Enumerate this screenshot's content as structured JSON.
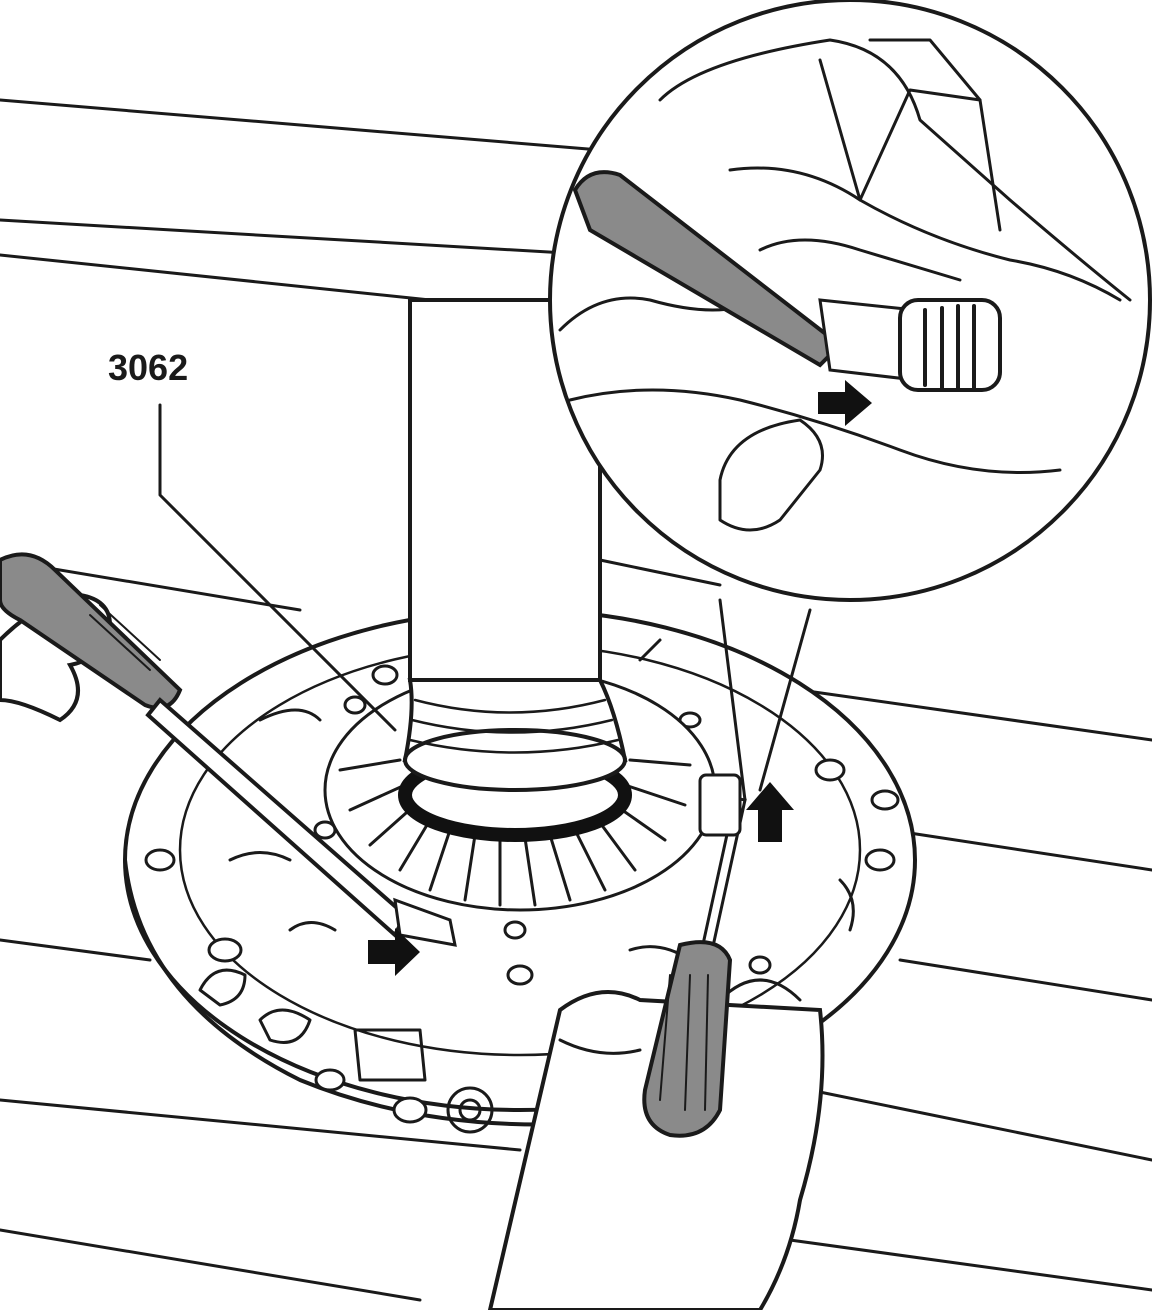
{
  "diagram": {
    "callout_label": "3062",
    "colors": {
      "ink": "#1a1a1a",
      "paper": "#ffffff",
      "tool_gray": "#8a8a8a",
      "marker_black": "#111111"
    },
    "parts": [
      "bench-surface",
      "clutch-pressure-plate",
      "diaphragm-spring",
      "centering-mandrel",
      "left-screwdriver",
      "right-screwdriver",
      "left-hand",
      "right-hand",
      "detail-magnifier"
    ],
    "arrow_markers": [
      "left-retaining-clip-arrow",
      "right-retaining-clip-arrow",
      "detail-clip-arrow"
    ]
  }
}
